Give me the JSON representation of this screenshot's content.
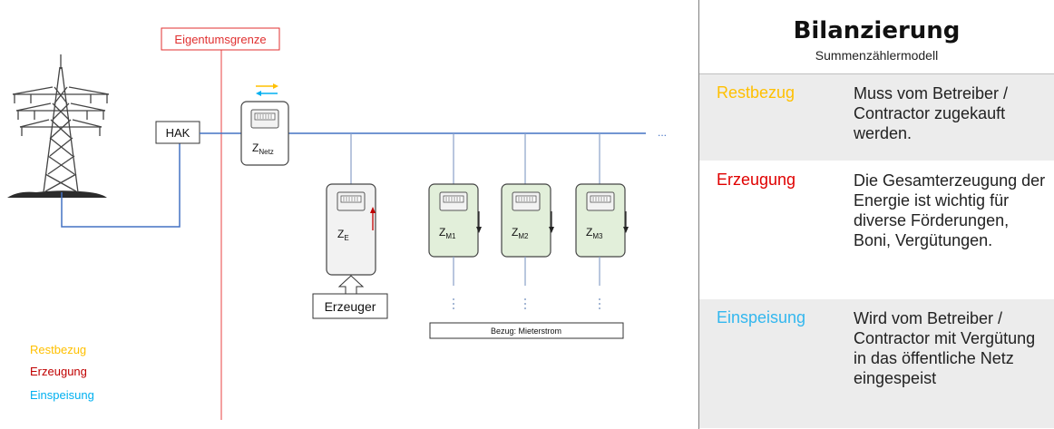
{
  "diagram": {
    "boundary_label": "Eigentumsgrenze",
    "hak_label": "HAK",
    "continuation": "...",
    "meters": [
      {
        "id": "netz",
        "name": "Z",
        "sub": "Netz"
      },
      {
        "id": "e",
        "name": "Z",
        "sub": "E"
      },
      {
        "id": "m1",
        "name": "Z",
        "sub": "M1"
      },
      {
        "id": "m2",
        "name": "Z",
        "sub": "M2"
      },
      {
        "id": "m3",
        "name": "Z",
        "sub": "M3"
      }
    ],
    "generator_label": "Erzeuger",
    "consumption_label": "Bezug: Mieterstrom",
    "colors": {
      "restbezug": "#ffc000",
      "erzeugung": "#c00000",
      "einspeisung": "#00b0f0",
      "line": "#4472c4",
      "boundary": "#f08080",
      "meter_green": "#e2efda"
    }
  },
  "legend": {
    "restbezug": "Restbezug",
    "erzeugung": "Erzeugung",
    "einspeisung": "Einspeisung"
  },
  "panel": {
    "title": "Bilanzierung",
    "subtitle": "Summenzählermodell",
    "rows": [
      {
        "label": "Restbezug",
        "desc": "Muss vom Betreiber / Contractor zugekauft werden."
      },
      {
        "label": "Erzeugung",
        "desc": "Die Gesamterzeugung der Energie ist wichtig für diverse Förderungen, Boni, Vergütungen."
      },
      {
        "label": "Einspeisung",
        "desc": "Wird vom Betreiber / Contractor mit Vergütung in das öffentliche Netz eingespeist"
      }
    ]
  }
}
